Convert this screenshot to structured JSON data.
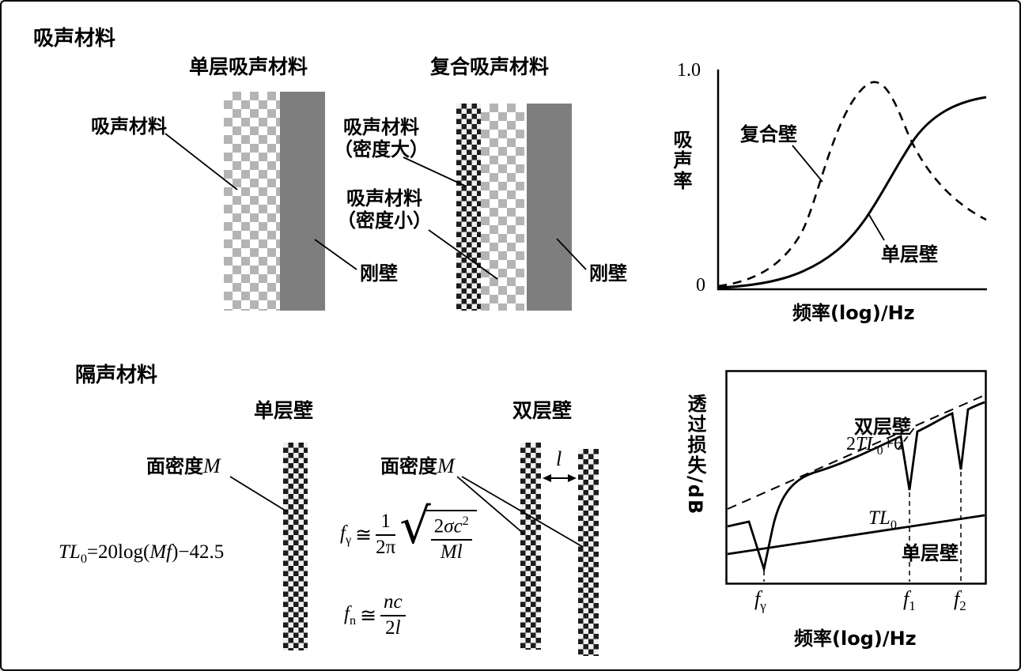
{
  "titles": {
    "absorb": "吸声材料",
    "insulate": "隔声材料"
  },
  "absorb": {
    "single_heading": "单层吸声材料",
    "composite_heading": "复合吸声材料",
    "material_label": "吸声材料",
    "dense_line1": "吸声材料",
    "dense_line2": "（密度大）",
    "light_line1": "吸声材料",
    "light_line2": "（密度小）",
    "rigid_wall_left": "刚壁",
    "rigid_wall_right": "刚壁",
    "chart": {
      "y_max": "1.0",
      "y_min": "0",
      "ylabel": "吸声率",
      "xlabel": "频率(log)/Hz",
      "composite_label": "复合壁",
      "single_label": "单层壁"
    }
  },
  "insulate": {
    "single_heading": "单层壁",
    "double_heading": "双层壁",
    "density_left_prefix": "面密度",
    "density_left_symbol": "M",
    "density_right_prefix": "面密度",
    "density_right_symbol": "M",
    "gap_symbol": "l",
    "tl0_formula": {
      "var": "TL",
      "sub": "0",
      "mid": "=20log(",
      "arg": "Mf",
      "tail": ")−42.5"
    },
    "f_gamma": {
      "f": "f",
      "sub": "γ",
      "approx": "≅",
      "num1": "1",
      "den1": "2π",
      "radical": "√",
      "coeff": "2",
      "vars": "σc",
      "sup": "2",
      "den2": "Ml"
    },
    "f_n": {
      "f": "f",
      "sub": "n",
      "approx": "≅",
      "num": "nc",
      "den_coeff": "2",
      "den_var": "l"
    },
    "chart": {
      "ylabel": "透过损失/dB",
      "xlabel": "频率(log)/Hz",
      "double_label": "双层壁",
      "asym_coeff": "2",
      "asym_var": "TL",
      "asym_sub": "0",
      "asym_tail": "+6",
      "tl_var": "TL",
      "tl_sub": "0",
      "single_label": "单层壁",
      "tick_fgamma_f": "f",
      "tick_fgamma_sub": "γ",
      "tick_f1_f": "f",
      "tick_f1_sub": "1",
      "tick_f2_f": "f",
      "tick_f2_sub": "2"
    }
  },
  "chart_data": [
    {
      "type": "line",
      "ylabel": "吸声率",
      "xlabel": "频率(log)/Hz",
      "ylim": [
        0,
        1.0
      ],
      "legend_position": "inside",
      "series": [
        {
          "name": "复合壁",
          "style": "dashed",
          "x_norm": [
            0,
            0.1,
            0.2,
            0.3,
            0.4,
            0.5,
            0.57,
            0.7,
            0.85,
            1.0
          ],
          "y": [
            0.01,
            0.03,
            0.1,
            0.25,
            0.55,
            0.85,
            0.95,
            0.72,
            0.42,
            0.3
          ]
        },
        {
          "name": "单层壁",
          "style": "solid",
          "x_norm": [
            0,
            0.1,
            0.2,
            0.3,
            0.4,
            0.5,
            0.6,
            0.7,
            0.8,
            0.9,
            1.0
          ],
          "y": [
            0.01,
            0.02,
            0.04,
            0.08,
            0.16,
            0.3,
            0.48,
            0.66,
            0.82,
            0.92,
            0.96
          ]
        }
      ]
    },
    {
      "type": "line",
      "ylabel": "透过损失/dB",
      "xlabel": "频率(log)/Hz",
      "x_ticks": [
        "f_γ",
        "f_1",
        "f_2"
      ],
      "series": [
        {
          "name": "单层壁",
          "label": "TL_0",
          "style": "solid",
          "description": "straight rising line (mass law)"
        },
        {
          "name": "双层壁",
          "style": "solid",
          "description": "deep resonance dip at f_γ, then rises toward 2TL_0+6 with dips at f_1 and f_2"
        },
        {
          "name": "2TL_0+6",
          "style": "dashed",
          "description": "asymptote line above TL_0"
        }
      ]
    }
  ]
}
